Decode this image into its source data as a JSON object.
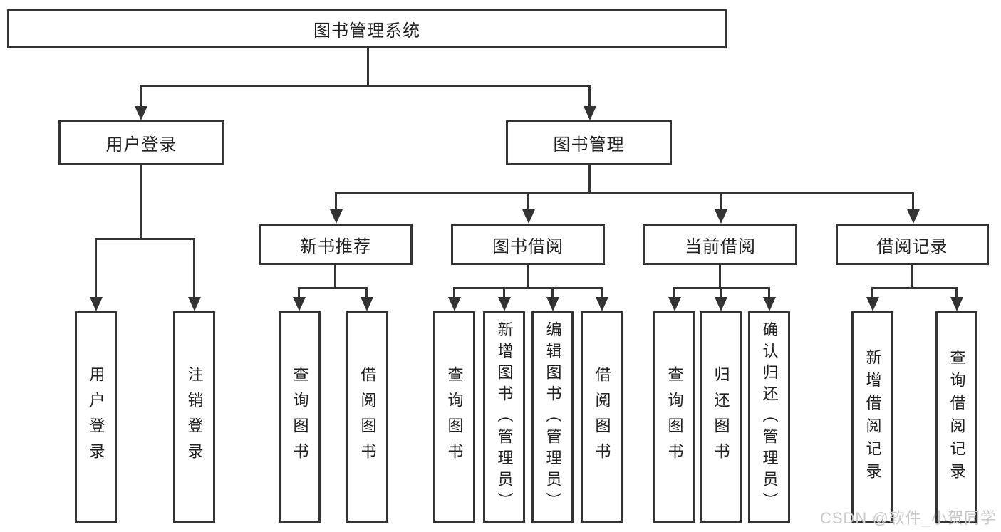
{
  "diagram": {
    "root": "图书管理系统",
    "branches": [
      {
        "label": "用户登录",
        "leaves": [
          "用户登录",
          "注销登录"
        ]
      },
      {
        "label": "图书管理",
        "groups": [
          {
            "label": "新书推荐",
            "leaves": [
              "查询图书",
              "借阅图书"
            ]
          },
          {
            "label": "图书借阅",
            "leaves": [
              "查询图书",
              "新增图书（管理员）",
              "编辑图书（管理员）",
              "借阅图书"
            ]
          },
          {
            "label": "当前借阅",
            "leaves": [
              "查询图书",
              "归还图书",
              "确认归还（管理员）"
            ]
          },
          {
            "label": "借阅记录",
            "leaves": [
              "新增借阅记录",
              "查询借阅记录"
            ]
          }
        ]
      }
    ]
  },
  "watermark": "CSDN @软件_小贺同学",
  "colors": {
    "line": "#333333",
    "text": "#222222",
    "background": "#ffffff",
    "watermark": "#c8c8c8"
  }
}
